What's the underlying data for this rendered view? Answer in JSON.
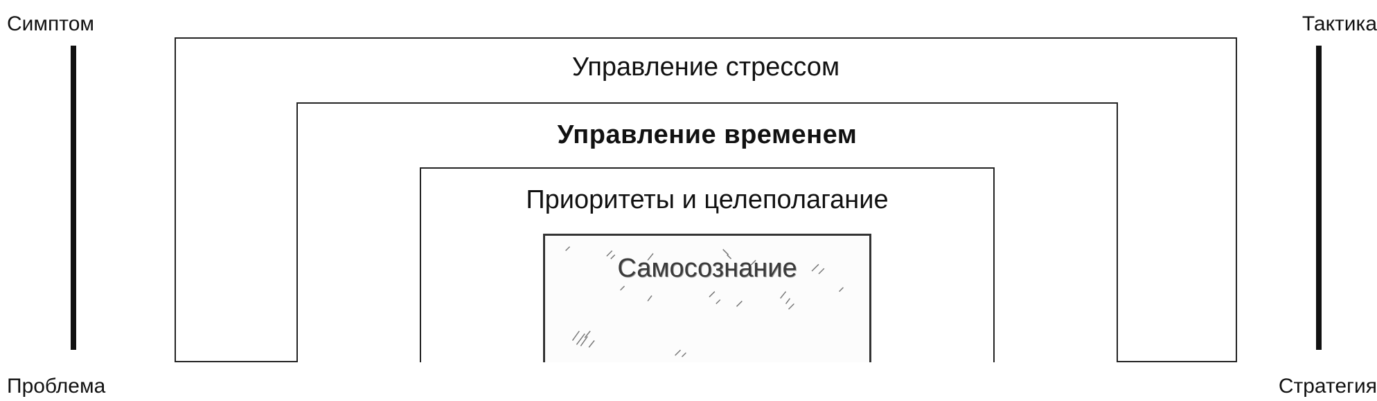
{
  "axis": {
    "left_top": "Симптом",
    "left_bottom": "Проблема",
    "right_top": "Тактика",
    "right_bottom": "Стратегия"
  },
  "levels": {
    "stress": "Управление стрессом",
    "time": "Управление временем",
    "priorities": "Приоритеты и целеполагание",
    "self_awareness": "Самосознание"
  },
  "colors": {
    "line": "#222222",
    "background": "#ffffff"
  }
}
